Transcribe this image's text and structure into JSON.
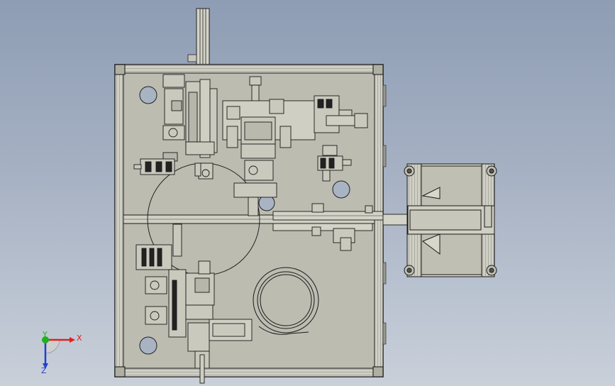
{
  "viewport": {
    "background_top": "#8e9db4",
    "background_bottom": "#c9d0da"
  },
  "model": {
    "frame_color": "#c9c8bb",
    "plate_color": "#bdbcb1",
    "line_color": "#1a1a1a",
    "hole_color": "#a8b3c4"
  },
  "triad": {
    "x_label": "X",
    "y_label": "Y",
    "z_label": "Z",
    "x_color": "#e02020",
    "y_color": "#20b020",
    "z_color": "#2040d0"
  }
}
